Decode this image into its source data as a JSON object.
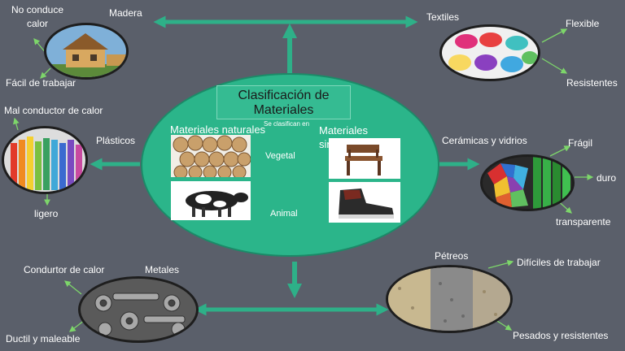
{
  "title": "Clasificación de Materiales",
  "subtitle": "Se clasifican en",
  "natural": {
    "label": "Materiales naturales",
    "vegetal": "Vegetal",
    "animal": "Animal"
  },
  "synthetic": {
    "label": "Materiales sintéticos"
  },
  "madera": {
    "label": "Madera",
    "properties": [
      "No conduce calor",
      "Fácil de trabajar"
    ]
  },
  "plasticos": {
    "label": "Plásticos",
    "properties": [
      "Mal conductor de calor",
      "ligero"
    ]
  },
  "metales": {
    "label": "Metales",
    "properties": [
      "Condurtor de calor",
      "Ductil y maleable"
    ]
  },
  "textiles": {
    "label": "Textiles",
    "properties": [
      "Flexible",
      "Resistentes"
    ]
  },
  "ceramicas": {
    "label": "Cerámicas  y vidrios",
    "properties": [
      "Frágil",
      "duro",
      "transparente"
    ]
  },
  "petreos": {
    "label": "Pétreos",
    "properties": [
      "Difíciles de trabajar",
      "Pesados y resistentes"
    ]
  },
  "colors": {
    "background": "#5a5f6a",
    "central": "#2bb58a",
    "arrow": "#2eb088",
    "property_arrow": "#7dd66a"
  }
}
